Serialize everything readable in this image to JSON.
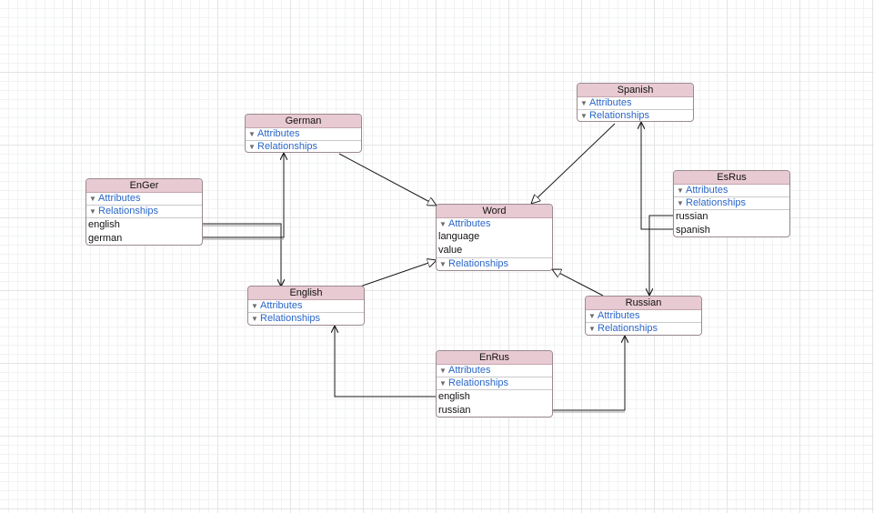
{
  "entities": {
    "spanish": {
      "name": "Spanish",
      "attributes_label": "Attributes",
      "relationships_label": "Relationships"
    },
    "german": {
      "name": "German",
      "attributes_label": "Attributes",
      "relationships_label": "Relationships"
    },
    "enger": {
      "name": "EnGer",
      "attributes_label": "Attributes",
      "relationships_label": "Relationships",
      "relationships": [
        "english",
        "german"
      ]
    },
    "word": {
      "name": "Word",
      "attributes_label": "Attributes",
      "attributes": [
        "language",
        "value"
      ],
      "relationships_label": "Relationships"
    },
    "esrus": {
      "name": "EsRus",
      "attributes_label": "Attributes",
      "relationships_label": "Relationships",
      "relationships": [
        "russian",
        "spanish"
      ]
    },
    "english": {
      "name": "English",
      "attributes_label": "Attributes",
      "relationships_label": "Relationships"
    },
    "russian": {
      "name": "Russian",
      "attributes_label": "Attributes",
      "relationships_label": "Relationships"
    },
    "enrus": {
      "name": "EnRus",
      "attributes_label": "Attributes",
      "relationships_label": "Relationships",
      "relationships": [
        "english",
        "russian"
      ]
    }
  },
  "colors": {
    "title_fill": "#e8cad2",
    "section_text": "#2a66c8",
    "connector": "#1a1a1a"
  }
}
